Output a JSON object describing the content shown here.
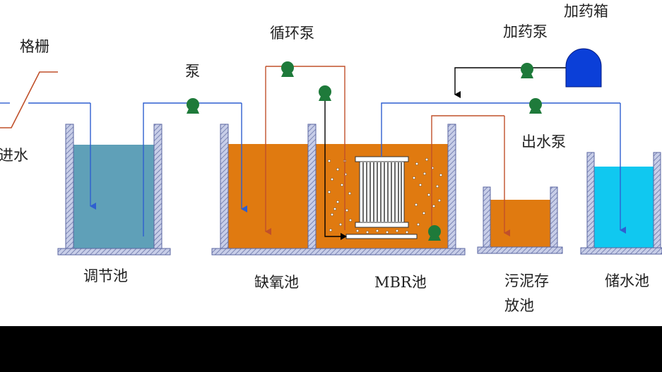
{
  "labels": {
    "grille": "格栅",
    "inlet": "进水",
    "pump": "泵",
    "regulating_tank": "调节池",
    "circulation_pump": "循环泵",
    "anoxic_tank": "缺氧池",
    "mbr_tank": "MBR池",
    "dosing_pump": "加药泵",
    "dosing_box": "加药箱",
    "effluent_pump": "出水泵",
    "sludge_tank_line1": "污泥存",
    "sludge_tank_line2": "放池",
    "storage_tank": "储水池"
  },
  "colors": {
    "water_line": "#2f5fd0",
    "sludge_line": "#c0502a",
    "dosing_line": "#000000",
    "tank_wall": "#7a85b8",
    "regulating_water": "#5fa0b8",
    "anoxic_water": "#e07a10",
    "sludge_water": "#e07a10",
    "storage_water": "#10c8f0",
    "pump": "#1e7a3a",
    "dosing_box": "#0b3fd8",
    "bottom_bar": "#000000"
  }
}
